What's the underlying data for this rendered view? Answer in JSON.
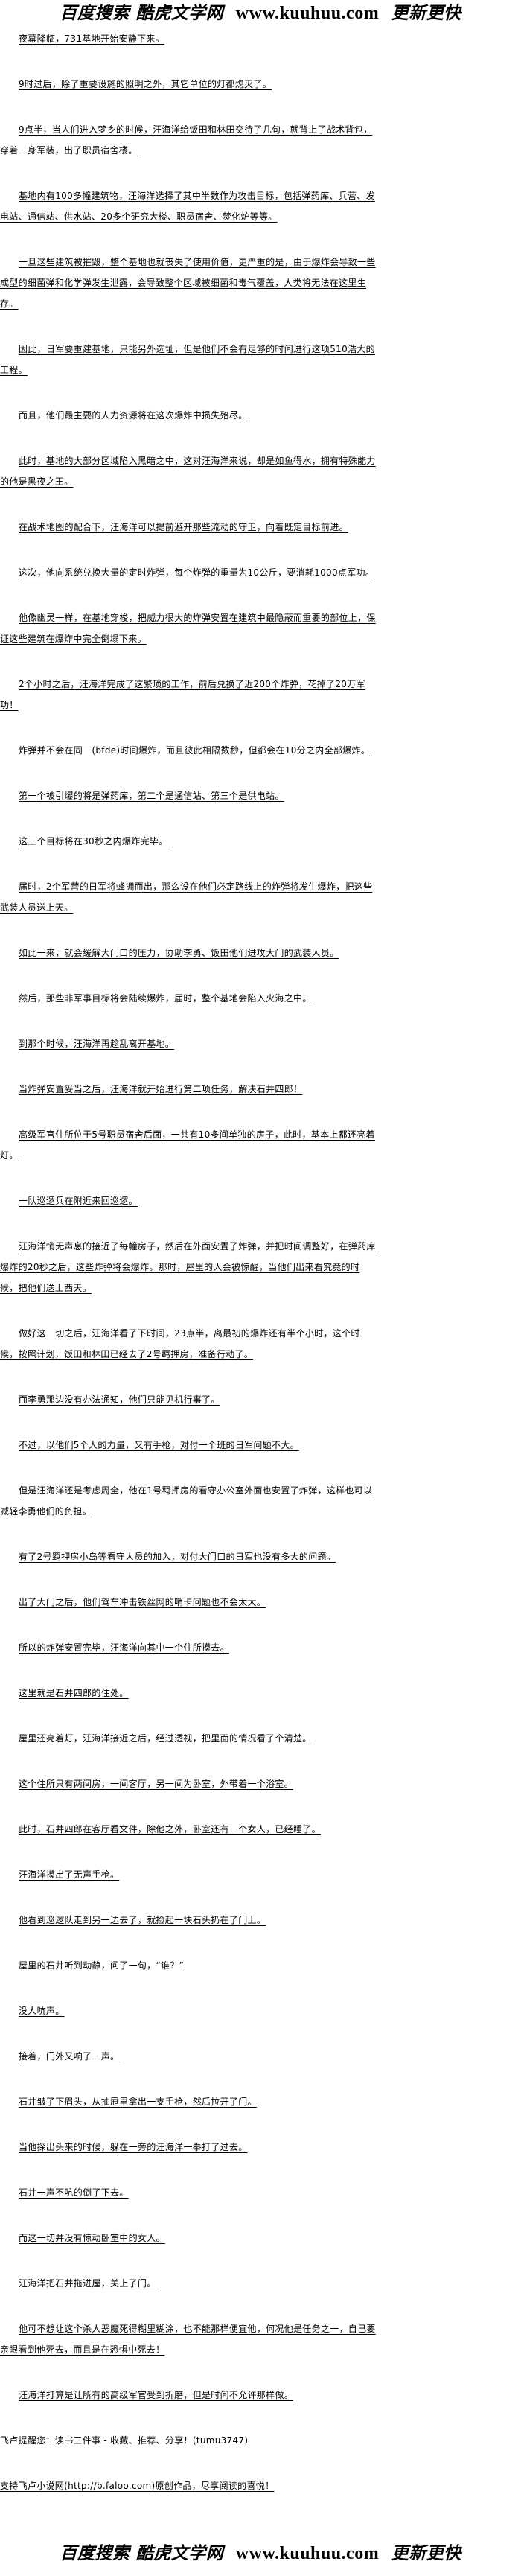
{
  "banner": {
    "left_text": "百度搜索 酷虎文学网",
    "url": "www.kuuhuu.com",
    "right_text": "更新更快"
  },
  "paragraphs": [
    "夜幕降临，731基地开始安静下来。",
    "9时过后，除了重要设施的照明之外，其它单位的灯都熄灭了。",
    "9点半，当人们进入梦乡的时候，汪海洋给饭田和林田交待了几句，就背上了战术背包，穿着一身军装，出了职员宿舍楼。",
    "基地内有100多幢建筑物，汪海洋选择了其中半数作为攻击目标，包括弹药库、兵营、发电站、通信站、供水站、20多个研究大楼、职员宿舍、焚化炉等等。",
    "一旦这些建筑被摧毁，整个基地也就丧失了使用价值，更严重的是，由于爆炸会导致一些成型的细菌弹和化学弹发生泄露，会导致整个区域被细菌和毒气覆盖，人类将无法在这里生存。",
    "因此，日军要重建基地，只能另外选址，但是他们不会有足够的时间进行这项510浩大的工程。",
    "而且，他们最主要的人力资源将在这次爆炸中损失殆尽。",
    "此时，基地的大部分区域陷入黑暗之中，这对汪海洋来说，却是如鱼得水，拥有特殊能力的他是黑夜之王。",
    "在战术地图的配合下，汪海洋可以提前避开那些流动的守卫，向着既定目标前进。",
    "这次，他向系统兑换大量的定时炸弹，每个炸弹的重量为10公斤，要消耗1000点军功。",
    "他像幽灵一样，在基地穿梭，把威力很大的炸弹安置在建筑中最隐蔽而重要的部位上，保证这些建筑在爆炸中完全倒塌下来。",
    "2个小时之后，汪海洋完成了这繁琐的工作，前后兑换了近200个炸弹，花掉了20万军功！",
    "炸弹并不会在同一(bfde)时间爆炸，而且彼此相隔数秒，但都会在10分之内全部爆炸。",
    "第一个被引爆的将是弹药库，第二个是通信站、第三个是供电站。",
    "这三个目标将在30秒之内爆炸完毕。",
    "届时，2个军营的日军将蜂拥而出，那么设在他们必定路线上的炸弹将发生爆炸，把这些武装人员送上天。",
    "如此一来，就会缓解大门口的压力，协助李勇、饭田他们进攻大门的武装人员。",
    "然后，那些非军事目标将会陆续爆炸，届时，整个基地会陷入火海之中。",
    "到那个时候，汪海洋再趁乱离开基地。",
    "当炸弹安置妥当之后，汪海洋就开始进行第二项任务，解决石井四郎！",
    "高级军官住所位于5号职员宿舍后面，一共有10多间单独的房子，此时，基本上都还亮着灯。",
    "一队巡逻兵在附近来回巡逻。",
    "汪海洋悄无声息的接近了每幢房子，然后在外面安置了炸弹，并把时间调整好，在弹药库爆炸的20秒之后，这些炸弹将会爆炸。那时，屋里的人会被惊醒，当他们出来看究竟的时候，把他们送上西天。",
    "做好这一切之后，汪海洋看了下时间，23点半，离最初的爆炸还有半个小时，这个时候，按照计划，饭田和林田已经去了2号羁押房，准备行动了。",
    "而李勇那边没有办法通知，他们只能见机行事了。",
    "不过，以他们5个人的力量，又有手枪，对付一个班的日军问题不大。",
    "但是汪海洋还是考虑周全，他在1号羁押房的看守办公室外面也安置了炸弹，这样也可以减轻李勇他们的负担。",
    "有了2号羁押房小岛等看守人员的加入，对付大门口的日军也没有多大的问题。",
    "出了大门之后，他们驾车冲击铁丝网的哨卡问题也不会太大。",
    "所以的炸弹安置完毕，汪海洋向其中一个住所摸去。",
    "这里就是石井四郎的住处。",
    "屋里还亮着灯，汪海洋接近之后，经过透视，把里面的情况看了个清楚。",
    "这个住所只有两间房，一间客厅，另一间为卧室，外带着一个浴室。",
    "此时，石井四郎在客厅看文件，除他之外，卧室还有一个女人，已经睡了。",
    "汪海洋摸出了无声手枪。",
    "他看到巡逻队走到另一边去了，就捡起一块石头扔在了门上。",
    "屋里的石井听到动静，问了一句，“谁？”",
    "没人吭声。",
    "接着，门外又响了一声。",
    "石井皱了下眉头，从抽屉里拿出一支手枪，然后拉开了门。",
    "当他探出头来的时候，躲在一旁的汪海洋一拳打了过去。",
    "石井一声不吭的倒了下去。",
    "而这一切并没有惊动卧室中的女人。",
    "汪海洋把石井拖进屋，关上了门。",
    "他可不想让这个杀人恶魔死得糊里糊涂，也不能那样便宜他，何况他是任务之一，自己要亲眼看到他死去，而且是在恐惧中死去！",
    "汪海洋打算是让所有的高级军官受到折磨，但是时间不允许那样做。"
  ],
  "footer": {
    "reminder": "飞卢提醒您：读书三件事 - 收藏、推荐、分享！(tumu3747)",
    "support": "支持飞卢小说网(http://b.faloo.com)原创作品，尽享阅读的喜悦！"
  }
}
